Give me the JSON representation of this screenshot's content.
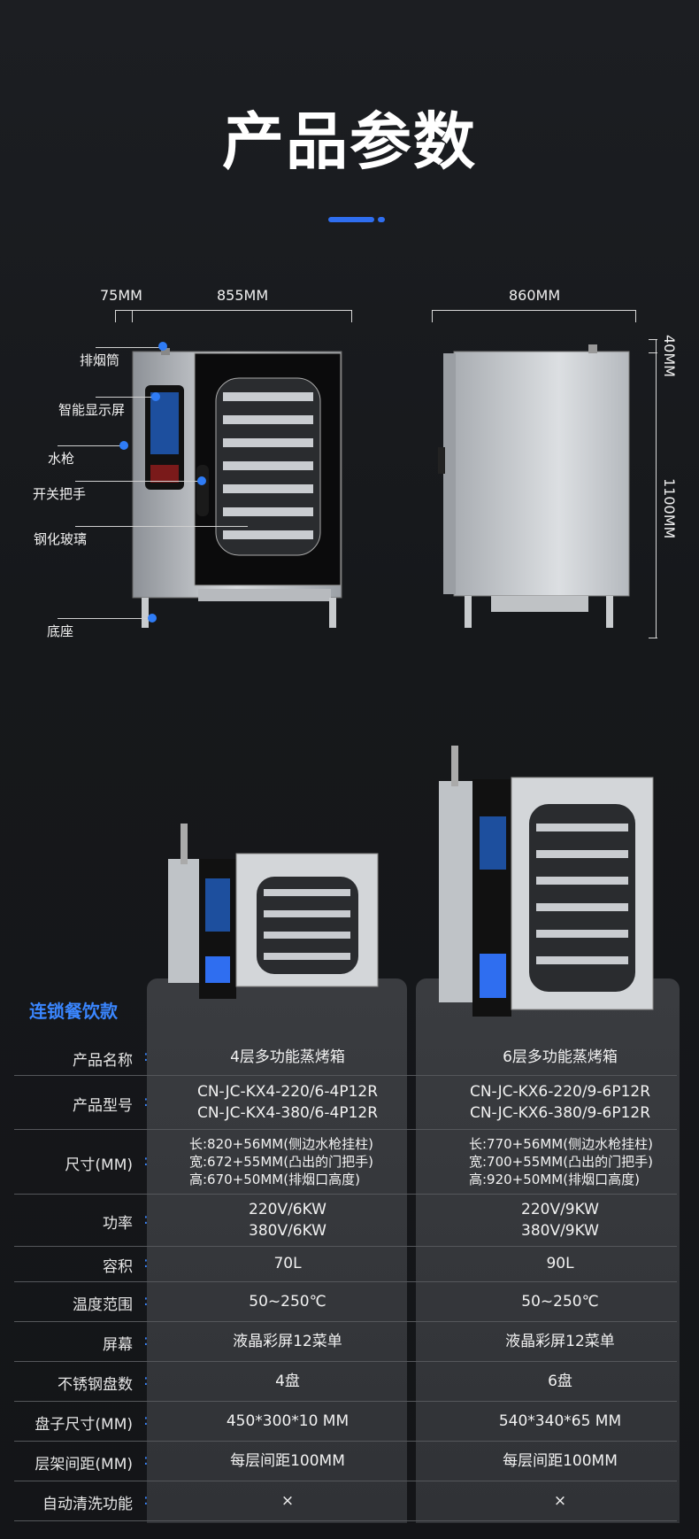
{
  "header": {
    "title": "产品参数"
  },
  "dimensions": {
    "front_left": "75MM",
    "front_width": "855MM",
    "side_depth": "860MM",
    "side_top": "40MM",
    "side_height": "1100MM"
  },
  "callouts": [
    "排烟筒",
    "智能显示屏",
    "水枪",
    "开关把手",
    "钢化玻璃",
    "底座"
  ],
  "series": "连锁餐饮款",
  "table": {
    "rows": [
      {
        "label": "产品名称",
        "c1": [
          "4层多功能蒸烤箱"
        ],
        "c2": [
          "6层多功能蒸烤箱"
        ]
      },
      {
        "label": "产品型号",
        "c1": [
          "CN-JC-KX4-220/6-4P12R",
          "CN-JC-KX4-380/6-4P12R"
        ],
        "c2": [
          "CN-JC-KX6-220/9-6P12R",
          "CN-JC-KX6-380/9-6P12R"
        ]
      },
      {
        "label": "尺寸(MM)",
        "c1": [
          "长:820+56MM(侧边水枪挂柱)",
          "宽:672+55MM(凸出的门把手)",
          "高:670+50MM(排烟口高度)"
        ],
        "c2": [
          "长:770+56MM(侧边水枪挂柱)",
          "宽:700+55MM(凸出的门把手)",
          "高:920+50MM(排烟口高度)"
        ]
      },
      {
        "label": "功率",
        "c1": [
          "220V/6KW",
          "380V/6KW"
        ],
        "c2": [
          "220V/9KW",
          "380V/9KW"
        ]
      },
      {
        "label": "容积",
        "c1": [
          "70L"
        ],
        "c2": [
          "90L"
        ]
      },
      {
        "label": "温度范围",
        "c1": [
          "50~250℃"
        ],
        "c2": [
          "50~250℃"
        ]
      },
      {
        "label": "屏幕",
        "c1": [
          "液晶彩屏12菜单"
        ],
        "c2": [
          "液晶彩屏12菜单"
        ]
      },
      {
        "label": "不锈钢盘数",
        "c1": [
          "4盘"
        ],
        "c2": [
          "6盘"
        ]
      },
      {
        "label": "盘子尺寸(MM)",
        "c1": [
          "450*300*10 MM"
        ],
        "c2": [
          "540*340*65 MM"
        ]
      },
      {
        "label": "层架间距(MM)",
        "c1": [
          "每层间距100MM"
        ],
        "c2": [
          "每层间距100MM"
        ]
      },
      {
        "label": "自动清洗功能",
        "c1": [
          "×"
        ],
        "c2": [
          "×"
        ]
      }
    ]
  },
  "colors": {
    "accent": "#3a86ff",
    "background": "#17191c"
  }
}
